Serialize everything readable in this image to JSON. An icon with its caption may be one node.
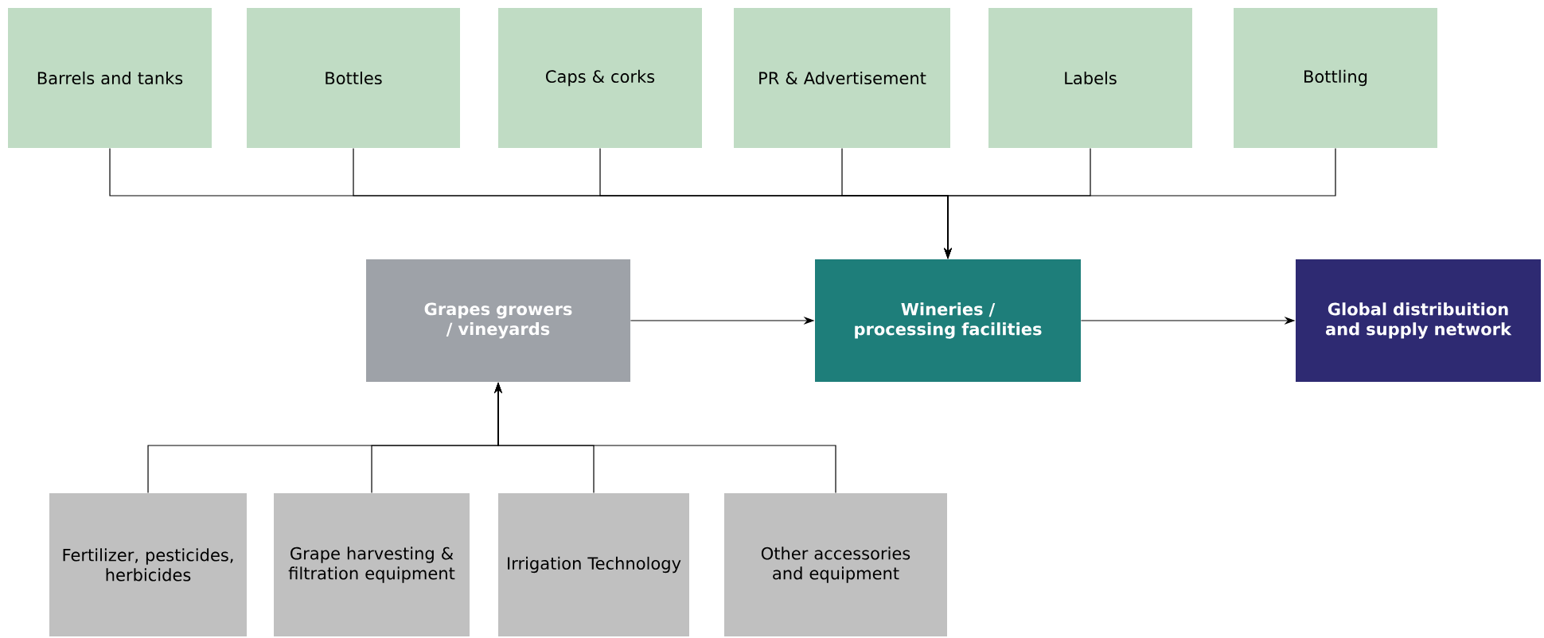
{
  "diagram": {
    "nodes": [
      {
        "text": [
          "Barrels and tanks"
        ]
      },
      {
        "text": [
          "Bottles"
        ]
      },
      {
        "text": [
          "Caps & corks"
        ]
      },
      {
        "text": [
          "PR & Advertisement"
        ]
      },
      {
        "text": [
          "Labels"
        ]
      },
      {
        "text": [
          "Bottling"
        ]
      },
      {
        "text": [
          "Grapes growers / vineyards"
        ]
      },
      {
        "text": [
          "Wineries / processing facilities"
        ]
      },
      {
        "text": [
          "Global distribuition and supply network"
        ]
      },
      {
        "text": [
          "Fertilizer, pesticides, herbicides"
        ]
      },
      {
        "text": [
          "Grape harvesting & filtration equipment"
        ]
      },
      {
        "text": [
          "Irrigation Technology"
        ]
      },
      {
        "text": [
          "Other accessories and equipment"
        ]
      }
    ],
    "edges": [
      {
        "from": 0,
        "to": 7,
        "arrow": "to"
      },
      {
        "from": 1,
        "to": 7,
        "arrow": "to"
      },
      {
        "from": 2,
        "to": 7,
        "arrow": "to"
      },
      {
        "from": 3,
        "to": 7,
        "arrow": "to"
      },
      {
        "from": 4,
        "to": 7,
        "arrow": "to"
      },
      {
        "from": 5,
        "to": 7,
        "arrow": "to"
      },
      {
        "from": 6,
        "to": 7,
        "arrow": "to"
      },
      {
        "from": 7,
        "to": 8,
        "arrow": "to"
      },
      {
        "from": 9,
        "to": 6,
        "arrow": "to"
      },
      {
        "from": 10,
        "to": 6,
        "arrow": "to"
      },
      {
        "from": 11,
        "to": 6,
        "arrow": "to"
      },
      {
        "from": 12,
        "to": 6,
        "arrow": "to"
      }
    ]
  }
}
